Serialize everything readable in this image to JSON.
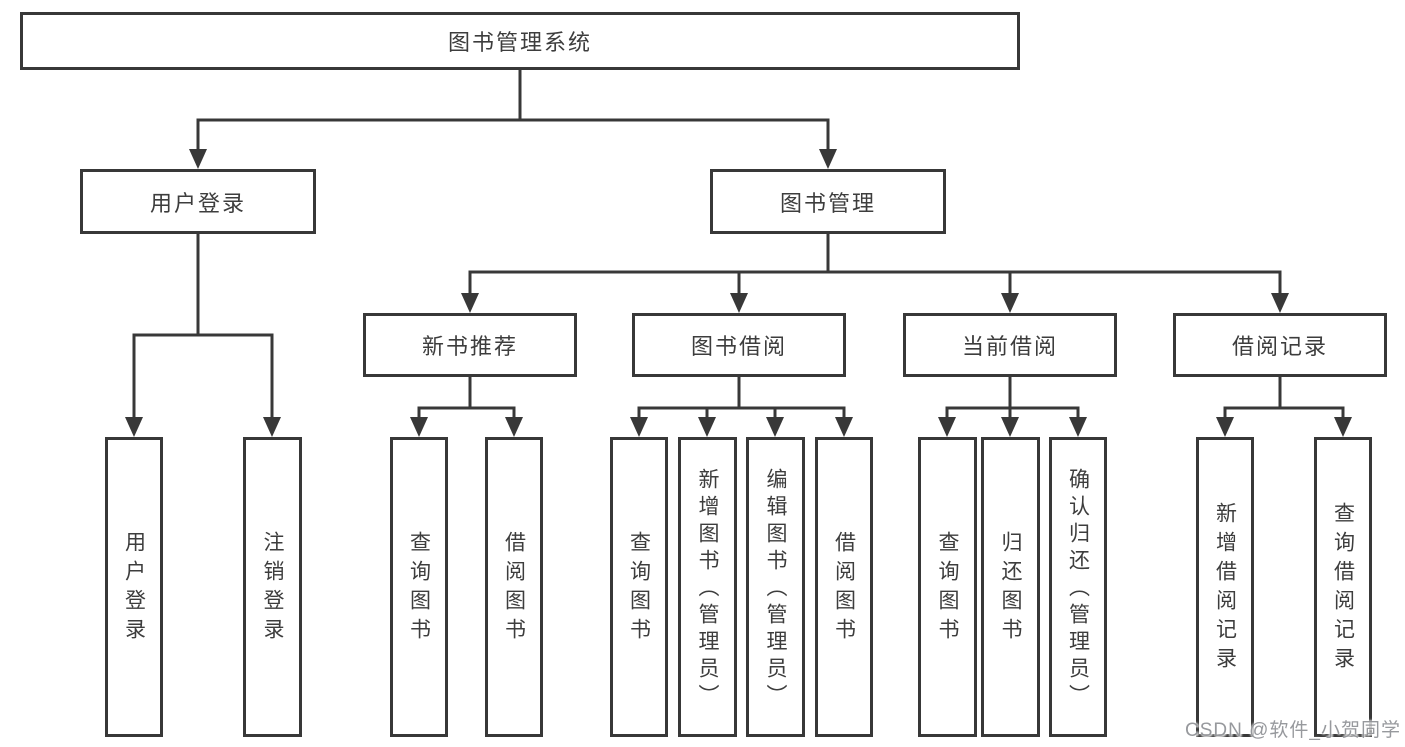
{
  "watermark": "CSDN @软件_小贺同学",
  "tree": {
    "label": "图书管理系统",
    "children": [
      {
        "label": "用户登录",
        "children": [
          {
            "label": "用户登录"
          },
          {
            "label": "注销登录"
          }
        ]
      },
      {
        "label": "图书管理",
        "children": [
          {
            "label": "新书推荐",
            "children": [
              {
                "label": "查询图书"
              },
              {
                "label": "借阅图书"
              }
            ]
          },
          {
            "label": "图书借阅",
            "children": [
              {
                "label": "查询图书"
              },
              {
                "label": "新增图书（管理员）"
              },
              {
                "label": "编辑图书（管理员）"
              },
              {
                "label": "借阅图书"
              }
            ]
          },
          {
            "label": "当前借阅",
            "children": [
              {
                "label": "查询图书"
              },
              {
                "label": "归还图书"
              },
              {
                "label": "确认归还（管理员）"
              }
            ]
          },
          {
            "label": "借阅记录",
            "children": [
              {
                "label": "新增借阅记录"
              },
              {
                "label": "查询借阅记录"
              }
            ]
          }
        ]
      }
    ]
  },
  "colors": {
    "line": "#383838",
    "text": "#3d3d3d",
    "background": "#ffffff",
    "watermark": "#919498"
  }
}
